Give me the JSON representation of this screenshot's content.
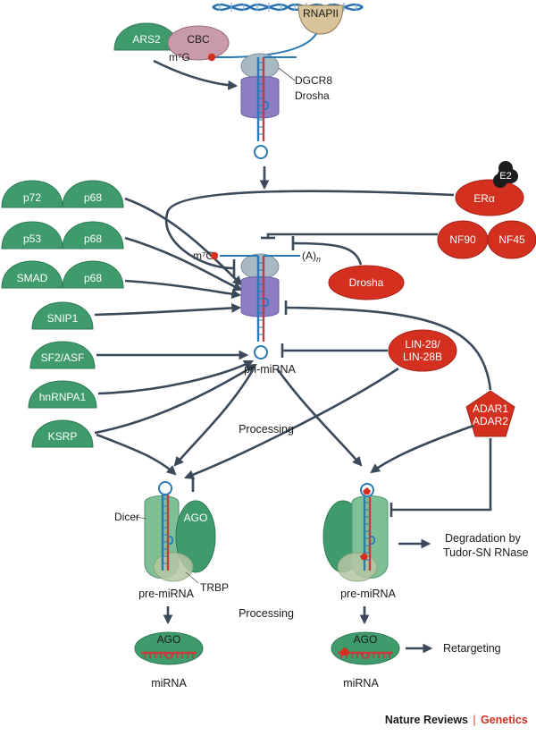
{
  "colors": {
    "green": "#3f9a6c",
    "green_light": "#7fbf96",
    "red": "#d3301f",
    "pink": "#c99aa8",
    "tan": "#d8c39a",
    "purple": "#8d7ec4",
    "grey": "#a9b9c4",
    "rna_blue": "#2a7ab3",
    "rna_red": "#c63b3b",
    "arrow": "#3b4a5a"
  },
  "top": {
    "rnapii": "RNAPII",
    "ars2": "ARS2",
    "cbc": "CBC",
    "cap": "m⁷G",
    "dgcr8": "DGCR8",
    "drosha": "Drosha"
  },
  "regulators_left": [
    {
      "a": "p72",
      "b": "p68"
    },
    {
      "a": "p53",
      "b": "p68"
    },
    {
      "a": "SMAD",
      "b": "p68"
    },
    {
      "a": "SNIP1"
    },
    {
      "a": "SF2/ASF"
    },
    {
      "a": "hnRNPA1"
    },
    {
      "a": "KSRP"
    }
  ],
  "regulators_right": {
    "e2": "E2",
    "er_alpha": "ERα",
    "nf90": "NF90",
    "nf45": "NF45",
    "drosha": "Drosha",
    "lin28_line1": "LIN-28/",
    "lin28_line2": "LIN-28B",
    "adar_line1": "ADAR1",
    "adar_line2": "ADAR2"
  },
  "middle": {
    "cap": "m⁷G",
    "polya": "(A)",
    "polya_sub": "n",
    "pri_mirna": "pri-miRNA",
    "processing": "Processing"
  },
  "bottom_left": {
    "dicer": "Dicer",
    "ago": "AGO",
    "trbp": "TRBP",
    "pre_mirna": "pre-miRNA",
    "processing": "Processing",
    "ago_small": "AGO",
    "mirna": "miRNA"
  },
  "bottom_right": {
    "degradation_line1": "Degradation by",
    "degradation_line2": "Tudor-SN RNase",
    "pre_mirna": "pre-miRNA",
    "ago_small": "AGO",
    "retargeting": "Retargeting",
    "mirna": "miRNA"
  },
  "credit": {
    "journal": "Nature Reviews",
    "sep": "|",
    "section": "Genetics"
  }
}
